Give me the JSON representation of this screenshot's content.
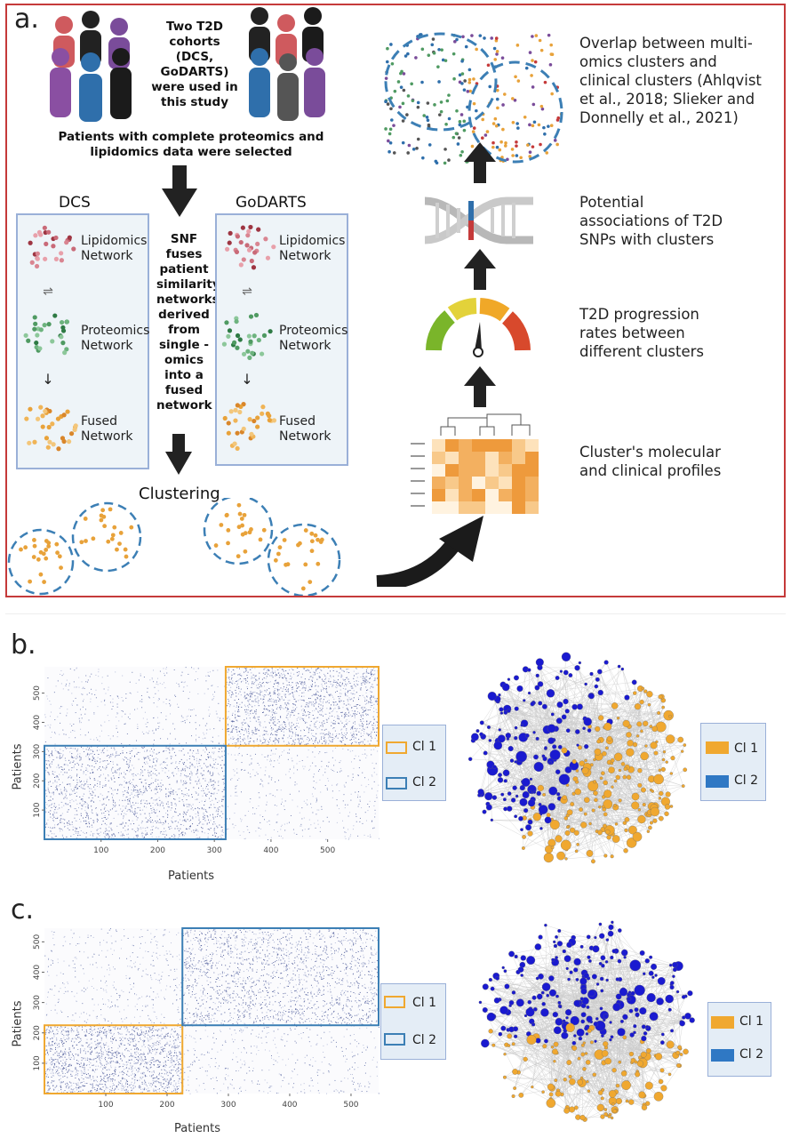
{
  "panel_a": {
    "letter": "a.",
    "cohort_note": "Two T2D cohorts (DCS, GoDARTS) were used in this study",
    "selection_note": "Patients with complete proteomics and lipidomics data were selected",
    "cohorts": [
      {
        "title": "DCS",
        "lipidomics": "Lipidomics Network",
        "proteomics": "Proteomics Network",
        "fused": "Fused Network"
      },
      {
        "title": "GoDARTS",
        "lipidomics": "Lipidomics Network",
        "proteomics": "Proteomics Network",
        "fused": "Fused Network"
      }
    ],
    "snf_text": "SNF fuses patient similarity networks derived from single - omics into a fused network",
    "clustering_label": "Clustering",
    "outcomes": [
      "Overlap between multi-omics clusters and clinical clusters (Ahlqvist et al., 2018; Slieker and Donnelly et al., 2021)",
      "Potential associations of T2D SNPs with clusters",
      "T2D progression rates between different clusters",
      "Cluster's molecular and clinical profiles"
    ],
    "colors": {
      "frame": "#c53a3a",
      "lipid": "#c96a78",
      "prot": "#4f9a62",
      "fused": "#e8a23a",
      "cluster_ring": "#3c7fb5"
    }
  },
  "panel_b": {
    "letter": "b.",
    "x_label": "Patients",
    "y_label": "Patients",
    "x_ticks": [
      "100",
      "200",
      "300",
      "400",
      "500"
    ],
    "y_ticks": [
      "100",
      "200",
      "300",
      "400",
      "500"
    ],
    "cluster_ranges": [
      {
        "name": "Cl 1",
        "start": 320,
        "end": 590
      },
      {
        "name": "Cl 2",
        "start": 0,
        "end": 320
      }
    ],
    "legend": [
      "Cl 1",
      "Cl 2"
    ]
  },
  "panel_c": {
    "letter": "c.",
    "x_label": "Patients",
    "y_label": "Patients",
    "x_ticks": [
      "100",
      "200",
      "300",
      "400",
      "500"
    ],
    "y_ticks": [
      "100",
      "200",
      "300",
      "400",
      "500"
    ],
    "cluster_ranges": [
      {
        "name": "Cl 1",
        "start": 0,
        "end": 225
      },
      {
        "name": "Cl 2",
        "start": 225,
        "end": 545
      }
    ],
    "legend": [
      "Cl 1",
      "Cl 2"
    ]
  },
  "colors": {
    "cl1": "#f0a830",
    "cl2_box": "#3c7fb5",
    "cl2_node": "#1a1ad0"
  }
}
